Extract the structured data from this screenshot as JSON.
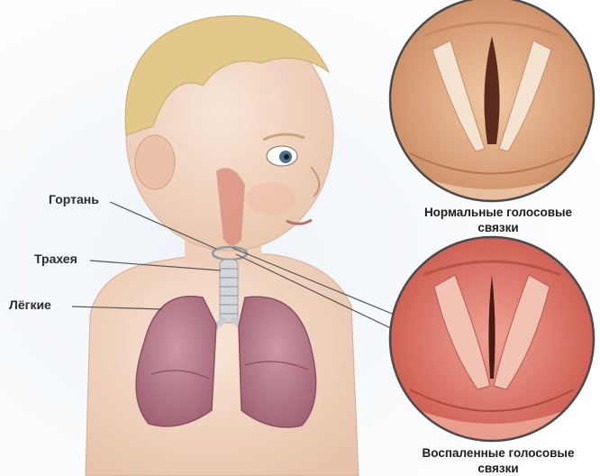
{
  "labels": {
    "larynx": "Гортань",
    "trachea": "Трахея",
    "lungs": "Лёгкие"
  },
  "captions": {
    "normal": {
      "line1": "Нормальные голосовые",
      "line2": "связки"
    },
    "inflamed": {
      "line1": "Воспаленные голосовые",
      "line2": "связки"
    }
  },
  "colors": {
    "skin": "#f1d7c4",
    "hair": "#e3c88b",
    "lung": "#b77989",
    "normal_tissue": "#e4b48f",
    "inflamed_tissue": "#e07f73",
    "leader_line": "#555555"
  }
}
